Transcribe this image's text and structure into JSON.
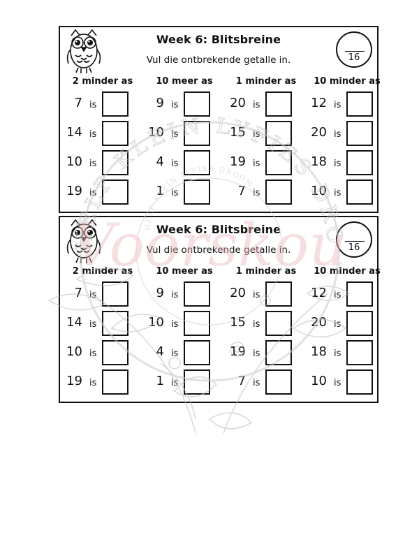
{
  "worksheets": [
    {
      "title": "Week 6: Blitsbreine",
      "instruction": "Vul die ontbrekende getalle in.",
      "score_total": "16",
      "columns": [
        {
          "header": "2 minder as",
          "numbers": [
            "7",
            "14",
            "10",
            "19"
          ]
        },
        {
          "header": "10 meer as",
          "numbers": [
            "9",
            "10",
            "4",
            "1"
          ]
        },
        {
          "header": "1 minder as",
          "numbers": [
            "20",
            "15",
            "19",
            "7"
          ]
        },
        {
          "header": "10 minder as",
          "numbers": [
            "12",
            "20",
            "18",
            "10"
          ]
        }
      ],
      "is_label": "is"
    },
    {
      "title": "Week 6: Blitsbreine",
      "instruction": "Vul die ontbrekende getalle in.",
      "score_total": "16",
      "columns": [
        {
          "header": "2 minder as",
          "numbers": [
            "7",
            "14",
            "10",
            "19"
          ]
        },
        {
          "header": "10 meer as",
          "numbers": [
            "9",
            "10",
            "4",
            "1"
          ]
        },
        {
          "header": "1 minder as",
          "numbers": [
            "20",
            "15",
            "19",
            "7"
          ]
        },
        {
          "header": "10 minder as",
          "numbers": [
            "12",
            "20",
            "18",
            "10"
          ]
        }
      ],
      "is_label": "is"
    }
  ],
  "watermark": {
    "arc_text": "HELP KLEIN LYFIES DROOM",
    "inner_text": "HELP KLEIN LYFIES DROOM",
    "script_text": "Voorskou",
    "color_script": "#e9b7bb",
    "color_line": "#bdbdbd"
  }
}
